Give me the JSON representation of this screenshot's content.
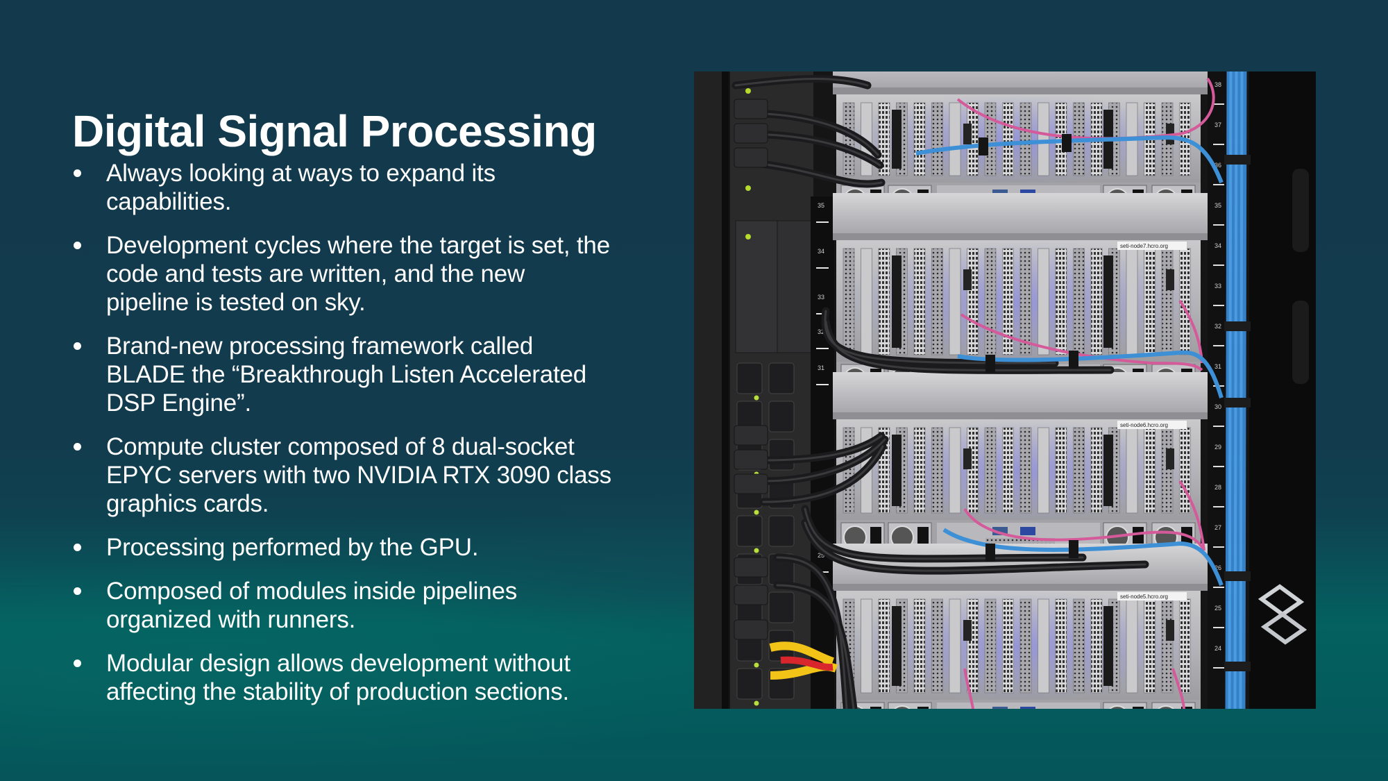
{
  "slide": {
    "title": "Digital Signal Processing",
    "bullets": [
      {
        "lines": [
          "Always looking at ways to expand its",
          "capabilities."
        ]
      },
      {
        "lines": [
          "Development cycles where the target is set, the",
          "code and tests are written, and the new",
          "pipeline is tested on sky."
        ]
      },
      {
        "lines": [
          "Brand-new processing framework called",
          "BLADE the “Breakthrough Listen Accelerated",
          "DSP Engine”."
        ]
      },
      {
        "lines": [
          "Compute cluster composed of 8 dual-socket",
          "EPYC servers with two NVIDIA RTX 3090 class",
          "graphics cards."
        ]
      },
      {
        "lines": [
          "Processing performed by the GPU."
        ]
      },
      {
        "lines": [
          "Composed of modules inside pipelines",
          "organized with runners."
        ]
      },
      {
        "lines": [
          "Modular design allows development without",
          "affecting the stability of production sections."
        ]
      }
    ]
  },
  "photo": {
    "subject": "server-rack-photo",
    "server_labels": [
      "seti-node7.hcro.org",
      "seti-node6.hcro.org",
      "seti-node5.hcro.org"
    ],
    "rack_unit_numbers_right": [
      "38",
      "37",
      "36",
      "35",
      "34",
      "33",
      "32",
      "31",
      "30",
      "29",
      "28",
      "27",
      "26",
      "25",
      "24"
    ],
    "rack_unit_numbers_left": [
      "35",
      "34",
      "33",
      "32",
      "31",
      "25"
    ]
  },
  "colors": {
    "text": "#ffffff",
    "background_top": "#133a4c",
    "background_bottom": "#03615f",
    "cable_blue": "#3d8fd6",
    "cable_pink": "#d45a9a",
    "cable_yellow": "#f2c418",
    "cable_red": "#d8262c"
  }
}
